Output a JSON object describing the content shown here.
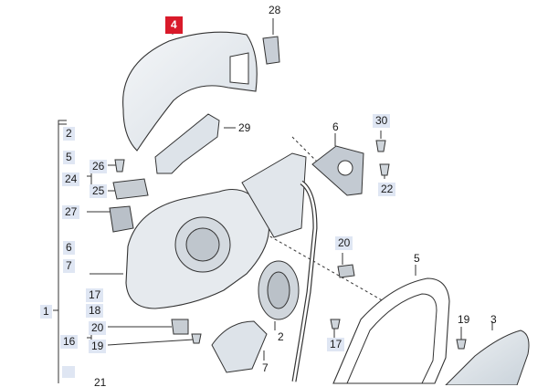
{
  "colors": {
    "label_bg": "#dfe6f3",
    "highlight": "#d91a2a",
    "part_fill": "#e9edf1",
    "line": "#333333"
  },
  "callouts": [
    {
      "id": "c4",
      "text": "4"
    },
    {
      "id": "c28",
      "text": "28"
    },
    {
      "id": "c2a",
      "text": "2"
    },
    {
      "id": "c29",
      "text": "29"
    },
    {
      "id": "c6a",
      "text": "6"
    },
    {
      "id": "c30",
      "text": "30"
    },
    {
      "id": "c5a",
      "text": "5"
    },
    {
      "id": "c26",
      "text": "26"
    },
    {
      "id": "c24",
      "text": "24"
    },
    {
      "id": "c25",
      "text": "25"
    },
    {
      "id": "c22",
      "text": "22"
    },
    {
      "id": "c27",
      "text": "27"
    },
    {
      "id": "c6b",
      "text": "6"
    },
    {
      "id": "c7a",
      "text": "7"
    },
    {
      "id": "c20a",
      "text": "20"
    },
    {
      "id": "c5b",
      "text": "5"
    },
    {
      "id": "c1",
      "text": "1"
    },
    {
      "id": "c17a",
      "text": "17"
    },
    {
      "id": "c18",
      "text": "18"
    },
    {
      "id": "c20b",
      "text": "20"
    },
    {
      "id": "c16",
      "text": "16"
    },
    {
      "id": "c19a",
      "text": "19"
    },
    {
      "id": "c2b",
      "text": "2"
    },
    {
      "id": "c17b",
      "text": "17"
    },
    {
      "id": "c7b",
      "text": "7"
    },
    {
      "id": "c19b",
      "text": "19"
    },
    {
      "id": "c3",
      "text": "3"
    },
    {
      "id": "c21",
      "text": "21"
    }
  ]
}
